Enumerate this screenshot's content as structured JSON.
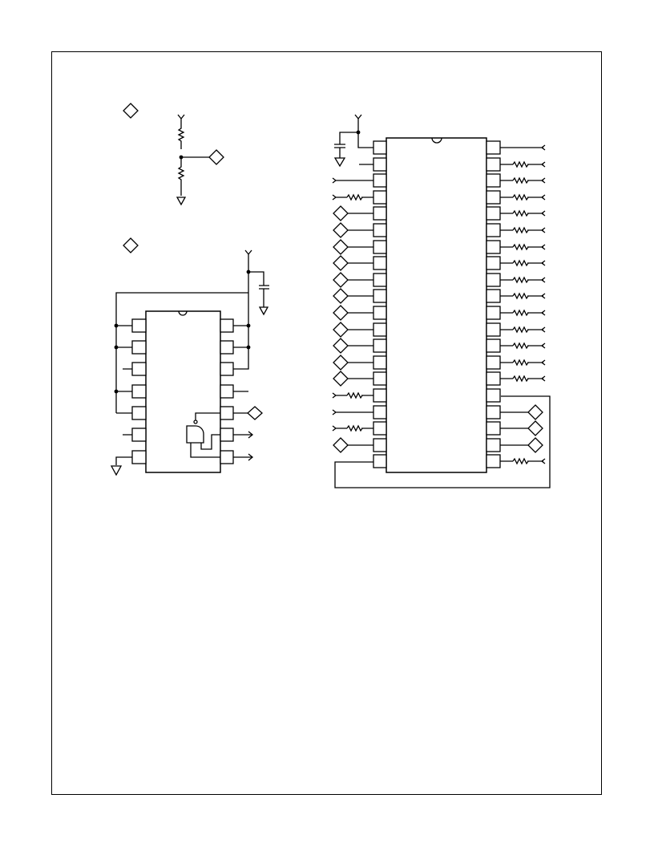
{
  "figure": {
    "border_color": "#000000",
    "background": "#ffffff"
  },
  "symbols": {
    "node_icon": "open-diamond",
    "ground_icon": "ground-triangle",
    "supply_icon": "vcc-fork",
    "resistor_icon": "zigzag-resistor",
    "capacitor_icon": "parallel-plates",
    "gate_icon": "nand-gate"
  }
}
